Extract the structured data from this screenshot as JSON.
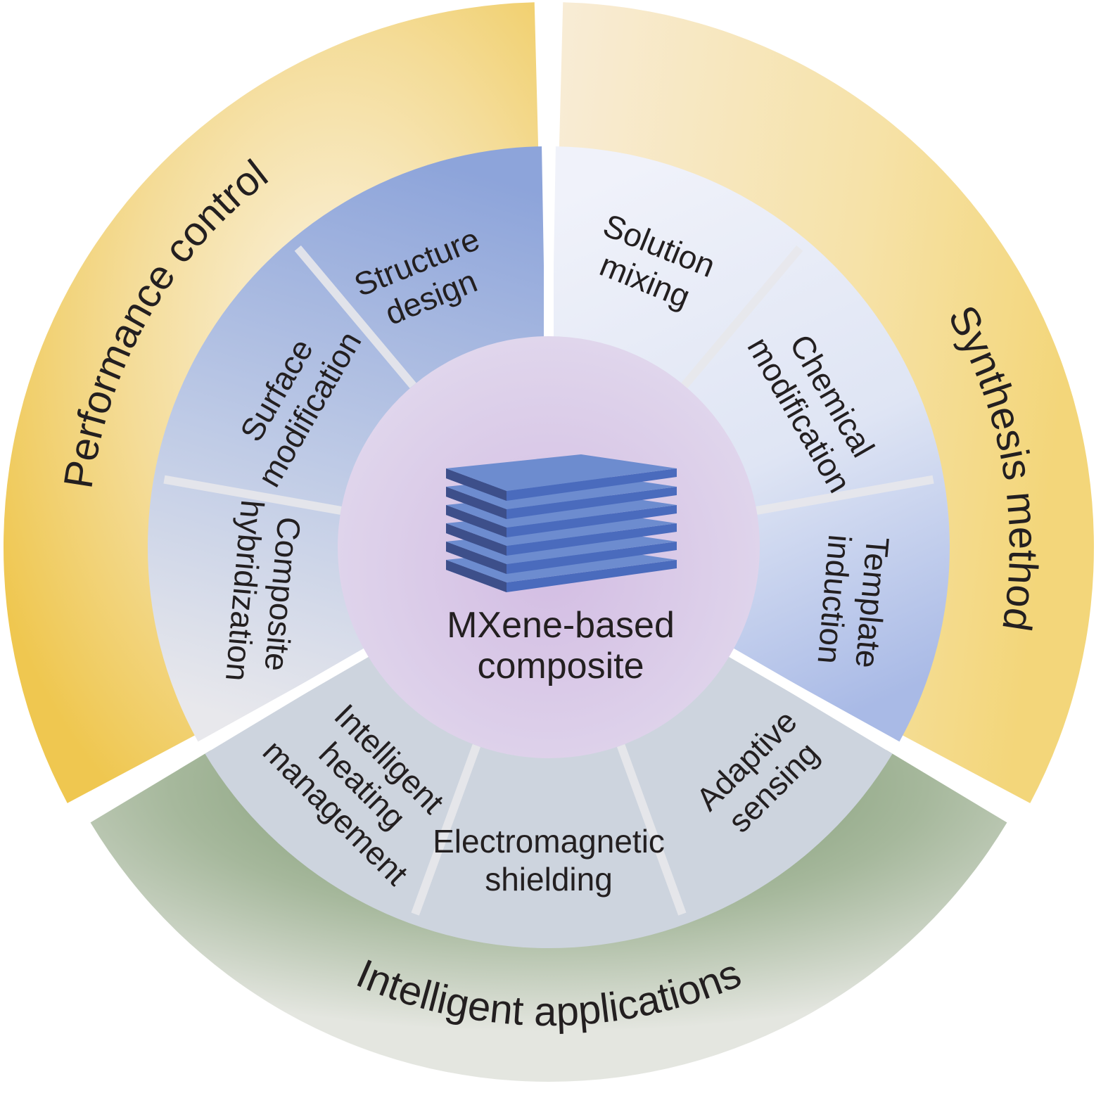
{
  "center": {
    "title_line1": "MXene-based",
    "title_line2": "composite",
    "icon": "layered-sheets-icon",
    "layer_count": 6
  },
  "outer_ring": [
    {
      "id": "performance",
      "label": "Performance control",
      "color": "#f0c850"
    },
    {
      "id": "synthesis",
      "label": "Synthesis method",
      "color": "#f5dc90"
    },
    {
      "id": "applications",
      "label": "Intelligent applications",
      "color": "#7e9a72"
    }
  ],
  "middle_ring": {
    "performance": [
      {
        "lines": [
          "Structure",
          "design"
        ]
      },
      {
        "lines": [
          "Surface",
          "modification"
        ]
      },
      {
        "lines": [
          "Composite",
          "hybridization"
        ]
      }
    ],
    "synthesis": [
      {
        "lines": [
          "Solution",
          "mixing"
        ]
      },
      {
        "lines": [
          "Chemical",
          "modification"
        ]
      },
      {
        "lines": [
          "Template",
          "induction"
        ]
      }
    ],
    "applications": [
      {
        "lines": [
          "Adaptive",
          "sensing"
        ]
      },
      {
        "lines": [
          "Electromagnetic",
          "shielding"
        ]
      },
      {
        "lines": [
          "Intelligent",
          "heating",
          "management"
        ]
      }
    ]
  },
  "colors": {
    "performance_inner": "#9fb0de",
    "synthesis_inner": "#e6eaf6",
    "applications_inner": "#cdd4de",
    "center_fill": "#dccdea",
    "sheet_top": "#6d8ccf",
    "sheet_side": "#4a6bbd",
    "sheet_dark": "#3d4f8a"
  }
}
